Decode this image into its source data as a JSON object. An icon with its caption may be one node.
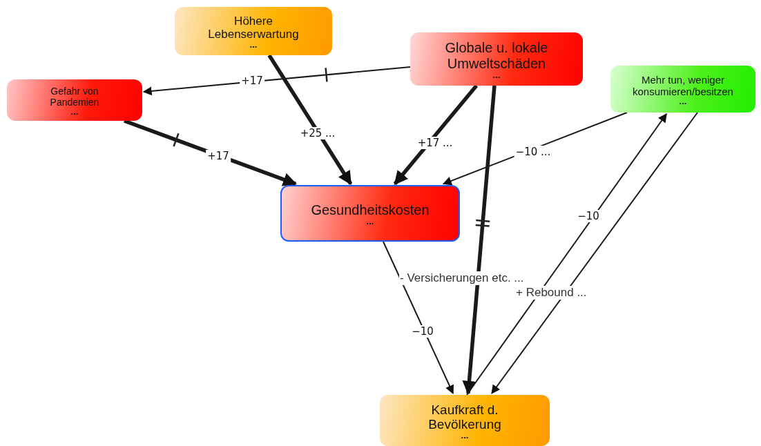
{
  "diagram": {
    "nodes": [
      {
        "text": [
          "Höhere Lebenserwartung",
          "..."
        ]
      },
      {
        "text": [
          "Globale u. lokale Umweltschäden",
          "..."
        ]
      },
      {
        "text": [
          "Gefahr von Pandemien",
          "..."
        ]
      },
      {
        "text": [
          "Mehr tun, weniger konsumieren/besitzen",
          "..."
        ]
      },
      {
        "text": [
          "Gesundheitskosten",
          "..."
        ]
      },
      {
        "text": [
          "Kaufkraft d. Bevölkerung",
          "..."
        ]
      }
    ],
    "edges": [
      {
        "from": 1,
        "to": 2,
        "arrow": "to",
        "label": "+17"
      },
      {
        "from": 0,
        "to": 4,
        "arrow": "to",
        "label": "+25 ...",
        "style": "thick"
      },
      {
        "from": 2,
        "to": 4,
        "arrow": "to",
        "label": "+17",
        "style": "thick"
      },
      {
        "from": 1,
        "to": 4,
        "arrow": "to",
        "label": "+17 ...",
        "style": "thick"
      },
      {
        "from": 3,
        "to": 4,
        "arrow": "to",
        "label": "−10 ..."
      },
      {
        "from": 1,
        "to": 5,
        "arrow": "to",
        "style": "thick"
      },
      {
        "from": 4,
        "to": 5,
        "arrow": "to",
        "label": "−10"
      },
      {
        "from": 5,
        "to": 3,
        "arrow": "to",
        "label": "−10"
      },
      {
        "from": 3,
        "to": 5,
        "arrow": "to"
      }
    ],
    "labels": [
      "- Versicherungen etc. ...",
      "+ Rebound ..."
    ]
  }
}
